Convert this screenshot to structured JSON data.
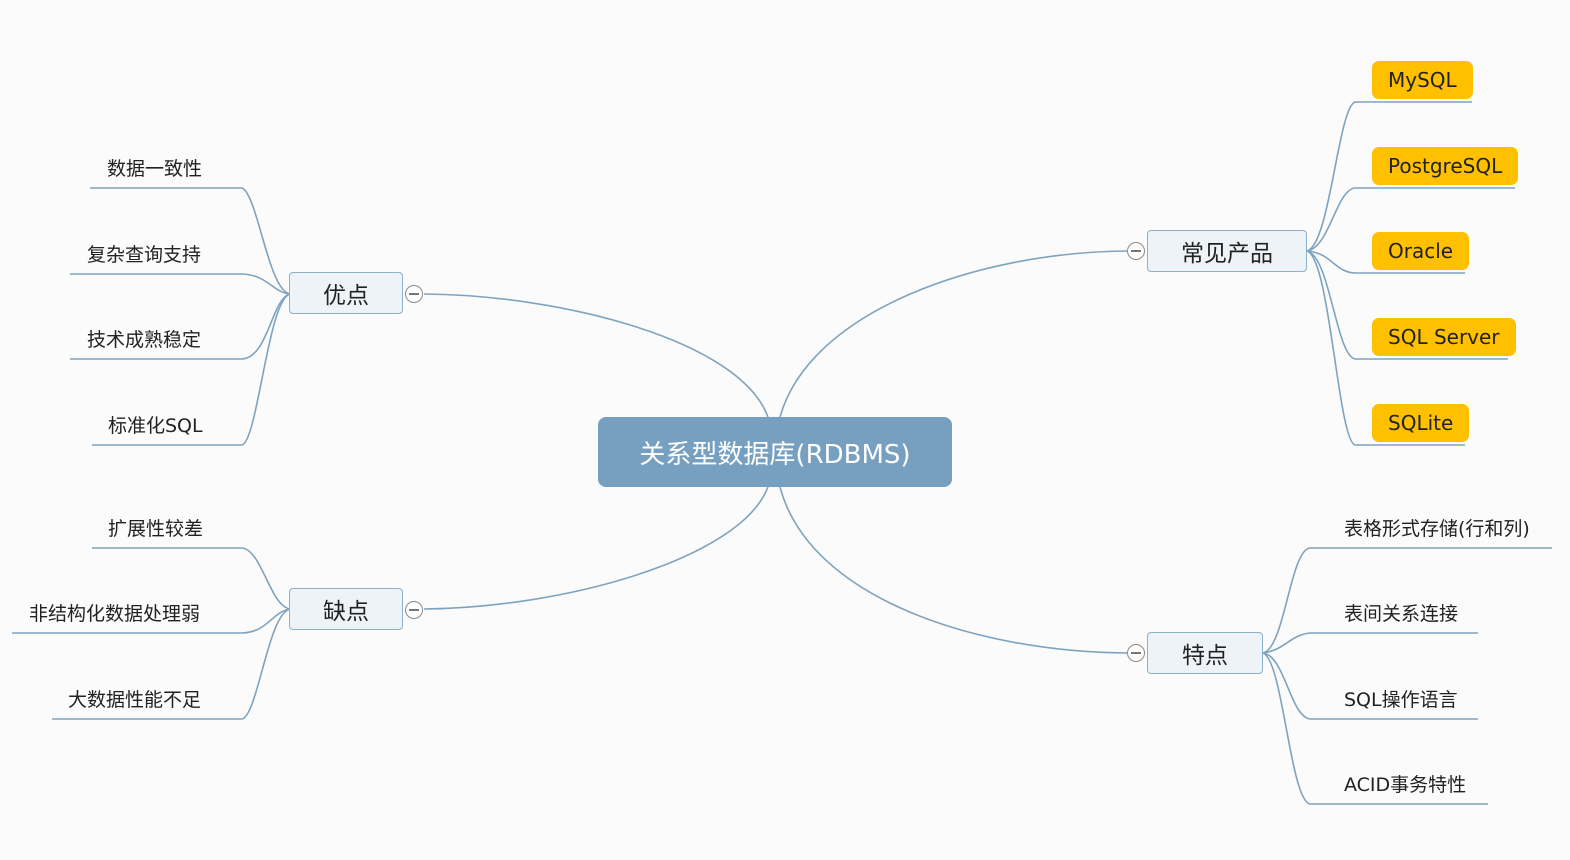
{
  "root": {
    "label": "关系型数据库(RDBMS)"
  },
  "branches": {
    "advantages": {
      "label": "优点",
      "children": [
        "数据一致性",
        "复杂查询支持",
        "技术成熟稳定",
        "标准化SQL"
      ]
    },
    "disadvantages": {
      "label": "缺点",
      "children": [
        "扩展性较差",
        "非结构化数据处理弱",
        "大数据性能不足"
      ]
    },
    "products": {
      "label": "常见产品",
      "children": [
        "MySQL",
        "PostgreSQL",
        "Oracle",
        "SQL Server",
        "SQLite"
      ]
    },
    "features": {
      "label": "特点",
      "children": [
        "表格形式存储(行和列)",
        "表间关系连接",
        "SQL操作语言",
        "ACID事务特性"
      ]
    }
  },
  "colors": {
    "root": "#779fbf",
    "connector": "#7ea3bf",
    "branch_fill": "#eef3f7",
    "product_highlight": "#ffc000"
  }
}
